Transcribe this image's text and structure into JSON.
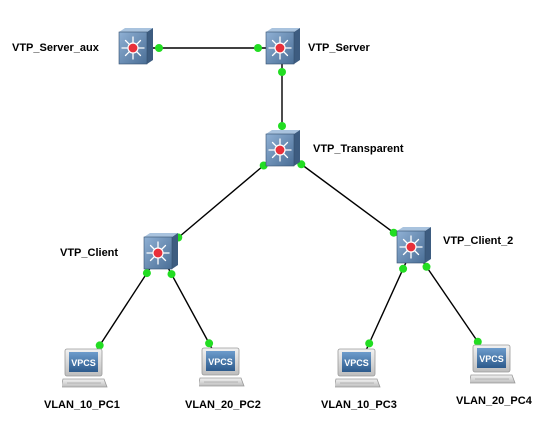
{
  "colors": {
    "background": "#ffffff",
    "link": "#000000",
    "link_status": "#22dd22",
    "switch_face": "#5b7fa6",
    "switch_side": "#3d5c80",
    "switch_emblem": "#e8303a",
    "pc_screen": "#3a6ea8",
    "pc_body": "#d7d7d7"
  },
  "nodes": {
    "sw_aux": {
      "label": "VTP_Server_aux",
      "icon": "multilayer-switch-icon"
    },
    "sw_server": {
      "label": "VTP_Server",
      "icon": "multilayer-switch-icon"
    },
    "sw_transparent": {
      "label": "VTP_Transparent",
      "icon": "multilayer-switch-icon"
    },
    "sw_client": {
      "label": "VTP_Client",
      "icon": "multilayer-switch-icon"
    },
    "sw_client2": {
      "label": "VTP_Client_2",
      "icon": "multilayer-switch-icon"
    },
    "pc1": {
      "label": "VLAN_10_PC1",
      "icon": "vpcs-icon",
      "screen_text": "VPCS"
    },
    "pc2": {
      "label": "VLAN_20_PC2",
      "icon": "vpcs-icon",
      "screen_text": "VPCS"
    },
    "pc3": {
      "label": "VLAN_10_PC3",
      "icon": "vpcs-icon",
      "screen_text": "VPCS"
    },
    "pc4": {
      "label": "VLAN_20_PC4",
      "icon": "vpcs-icon",
      "screen_text": "VPCS"
    }
  },
  "links": [
    {
      "from": "sw_aux",
      "to": "sw_server",
      "status": "up"
    },
    {
      "from": "sw_server",
      "to": "sw_transparent",
      "status": "up"
    },
    {
      "from": "sw_transparent",
      "to": "sw_client",
      "status": "up"
    },
    {
      "from": "sw_transparent",
      "to": "sw_client2",
      "status": "up"
    },
    {
      "from": "sw_client",
      "to": "pc1",
      "status": "up"
    },
    {
      "from": "sw_client",
      "to": "pc2",
      "status": "up"
    },
    {
      "from": "sw_client2",
      "to": "pc3",
      "status": "up"
    },
    {
      "from": "sw_client2",
      "to": "pc4",
      "status": "up"
    }
  ]
}
